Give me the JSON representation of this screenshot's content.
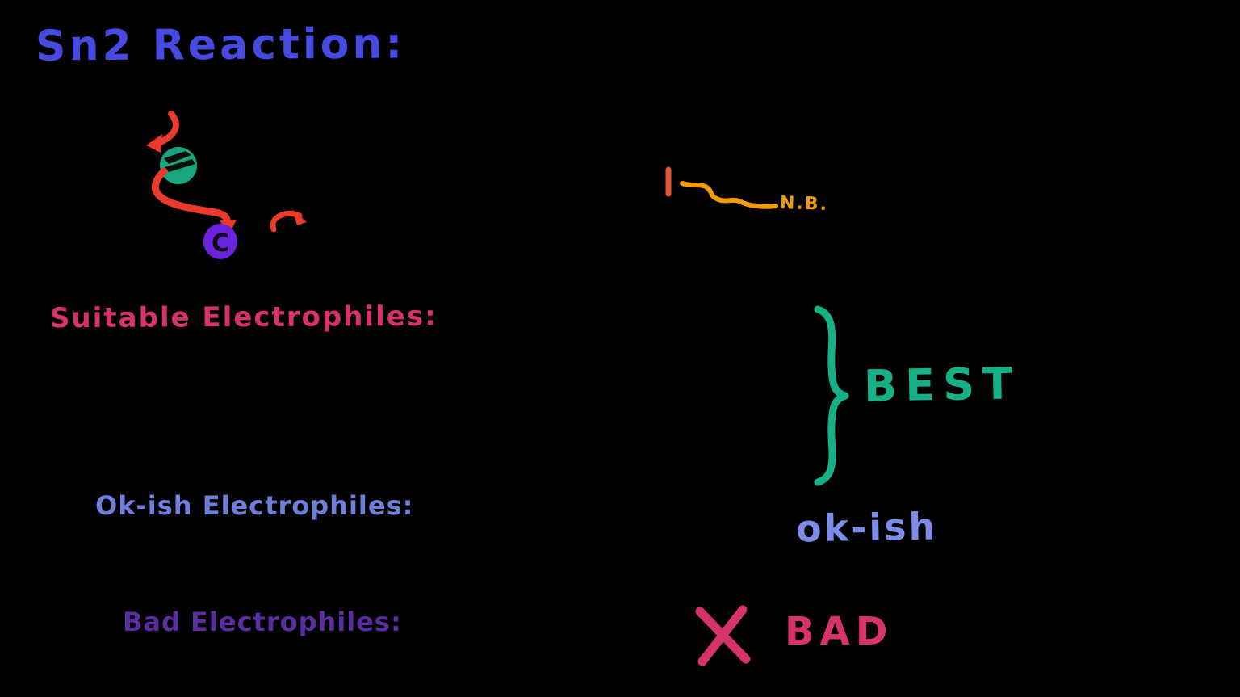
{
  "title": "Sn2 Reaction:",
  "annotation_note": "N.B.",
  "sections": {
    "suitable": {
      "heading": "Suitable Electrophiles:",
      "verdict": "BEST"
    },
    "okish": {
      "heading": "Ok-ish Electrophiles:",
      "verdict": "ok-ish"
    },
    "bad": {
      "heading": "Bad Electrophiles:",
      "verdict": "BAD"
    }
  },
  "diagram": {
    "carbon_label": "C"
  },
  "colors": {
    "background": "#000000",
    "title_blue": "#474ae0",
    "arrow_red": "#e93a2b",
    "tick_red": "#e25535",
    "orange": "#f39a0a",
    "nucleophile_green": "#17a67d",
    "electrophile_purple": "#6a22dd",
    "suitable_pink": "#d6336c",
    "okish_periwinkle": "#6f7fd9",
    "okish_light": "#7d8ce8",
    "bad_purple": "#5c2da0",
    "best_green": "#16b086",
    "ink_black": "#0d0d0d"
  }
}
